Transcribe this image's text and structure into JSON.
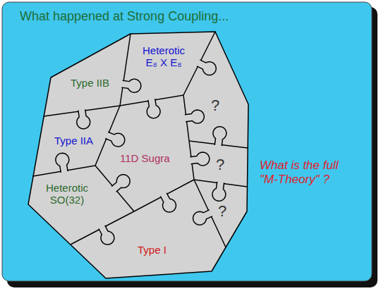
{
  "diagram": {
    "title": "What happened at Strong Coupling...",
    "nodes": [
      {
        "text": [
          "Heterotic E₈ X E₈"
        ]
      },
      {
        "text": [
          "Type IIB"
        ]
      },
      {
        "text": [
          "?"
        ]
      },
      {
        "text": [
          "Type IIA"
        ]
      },
      {
        "text": [
          "11D Sugra"
        ]
      },
      {
        "text": [
          "?"
        ]
      },
      {
        "text": [
          "Heterotic SO(32)"
        ]
      },
      {
        "text": [
          "?"
        ]
      },
      {
        "text": [
          "Type I"
        ]
      }
    ],
    "labels": [
      "What is the full \"M-Theory\" ?"
    ]
  }
}
